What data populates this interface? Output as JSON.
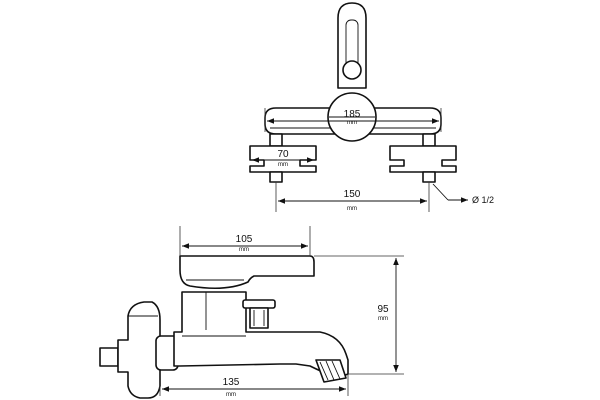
{
  "dimensions": {
    "body_width": {
      "value": "185",
      "unit": "mm"
    },
    "handle_width": {
      "value": "70",
      "unit": "mm"
    },
    "inlet_spacing": {
      "value": "150",
      "unit": "mm"
    },
    "connection_size": {
      "value": "Ø 1/2"
    },
    "lever_length": {
      "value": "105",
      "unit": "mm"
    },
    "height": {
      "value": "95",
      "unit": "mm"
    },
    "projection": {
      "value": "135",
      "unit": "mm"
    }
  }
}
